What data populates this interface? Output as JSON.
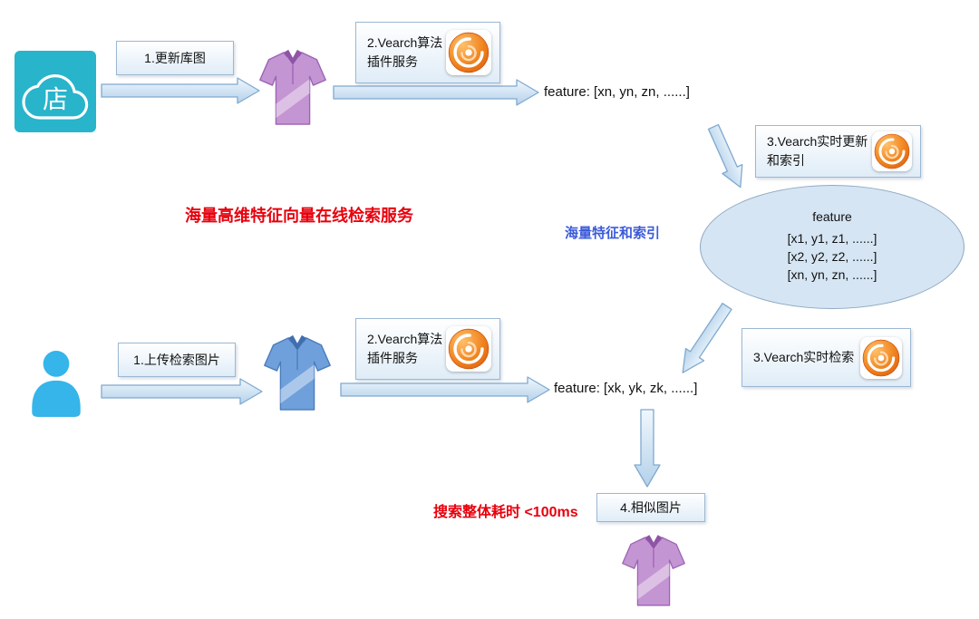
{
  "labels": {
    "red_title": "海量高维特征向量在线检索服务",
    "search_time": "搜索整体耗时 <100ms",
    "index_label": "海量特征和索引"
  },
  "top_flow": {
    "source": "店",
    "step1": "1.更新库图",
    "step2_line1": "2.Vearch算法",
    "step2_line2": "插件服务",
    "feature": "feature: [xn, yn, zn, ......]",
    "step3_line1": "3.Vearch实时更新",
    "step3_line2": "和索引"
  },
  "bottom_flow": {
    "step1": "1.上传检索图片",
    "step2_line1": "2.Vearch算法",
    "step2_line2": "插件服务",
    "feature": "feature: [xk, yk, zk, ......]",
    "step3": "3.Vearch实时检索",
    "step4": "4.相似图片"
  },
  "index_store": {
    "title": "feature",
    "rows": [
      "[x1, y1, z1, ......]",
      "[x2, y2, z2, ......]",
      "[xn, yn, zn, ......]"
    ]
  },
  "icons": {
    "shop": "shop-cloud-icon",
    "person": "user-icon",
    "vearch": "vearch-swirl-logo",
    "shirt_library": "purple-polo-shirt",
    "shirt_query": "blue-polo-shirt",
    "shirt_result": "purple-polo-shirt"
  },
  "colors": {
    "accent_red": "#e8000d",
    "label_blue": "#3b5bd9",
    "shop_teal": "#28b4cb",
    "person_blue": "#35b5e9",
    "logo_orange": "#ed6a13",
    "shirt_purple": "#c495d3",
    "shirt_blue": "#6fa0db",
    "ellipse_fill": "#d5e5f3",
    "arrow_fill": "#cde2f3"
  }
}
